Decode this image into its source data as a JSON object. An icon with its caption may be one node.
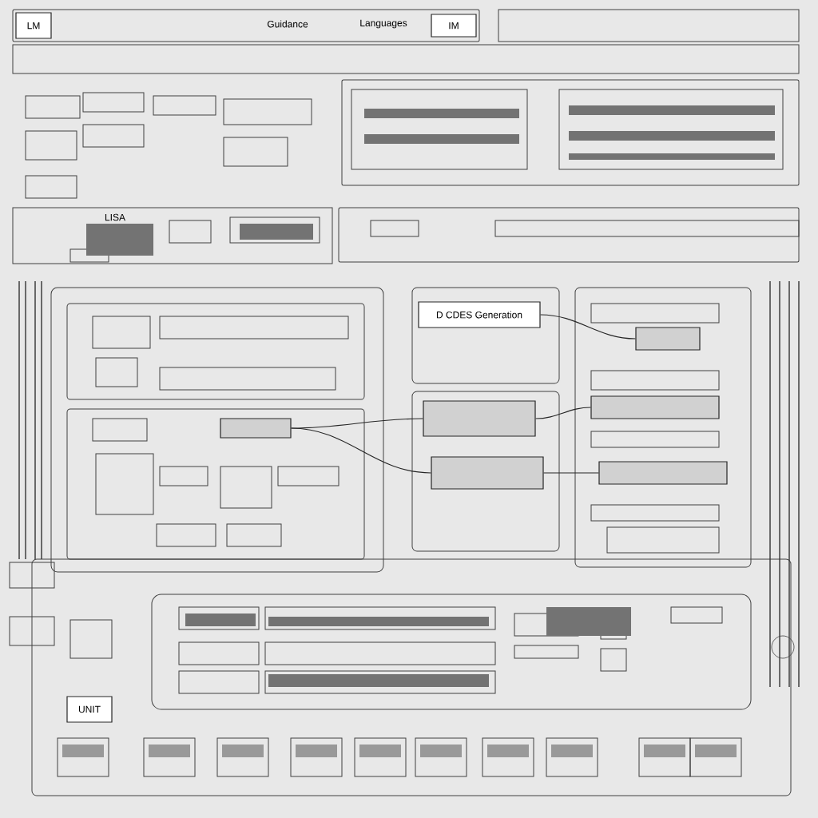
{
  "diagram": {
    "nodes": [
      {
        "text": [
          "LM"
        ]
      },
      {
        "text": [
          "IM"
        ]
      },
      {
        "text": [
          "D CDES Generation"
        ]
      },
      {
        "text": [],
        "shape": "box"
      },
      {
        "text": [],
        "shape": "box"
      },
      {
        "text": [],
        "shape": "box"
      },
      {
        "text": [],
        "shape": "box"
      },
      {
        "text": [],
        "shape": "box"
      },
      {
        "text": [],
        "shape": "box"
      },
      {
        "text": [
          "UNIT"
        ]
      }
    ],
    "edges": [
      {
        "from": 5,
        "to": 3,
        "arrow": "none"
      },
      {
        "from": 5,
        "to": 4,
        "arrow": "none"
      },
      {
        "from": 2,
        "to": 6,
        "arrow": "none"
      },
      {
        "from": 3,
        "to": 7,
        "arrow": "none"
      },
      {
        "from": 4,
        "to": 8,
        "arrow": "none"
      }
    ],
    "labels": [
      "Guidance",
      "Languages",
      "LISA"
    ]
  }
}
